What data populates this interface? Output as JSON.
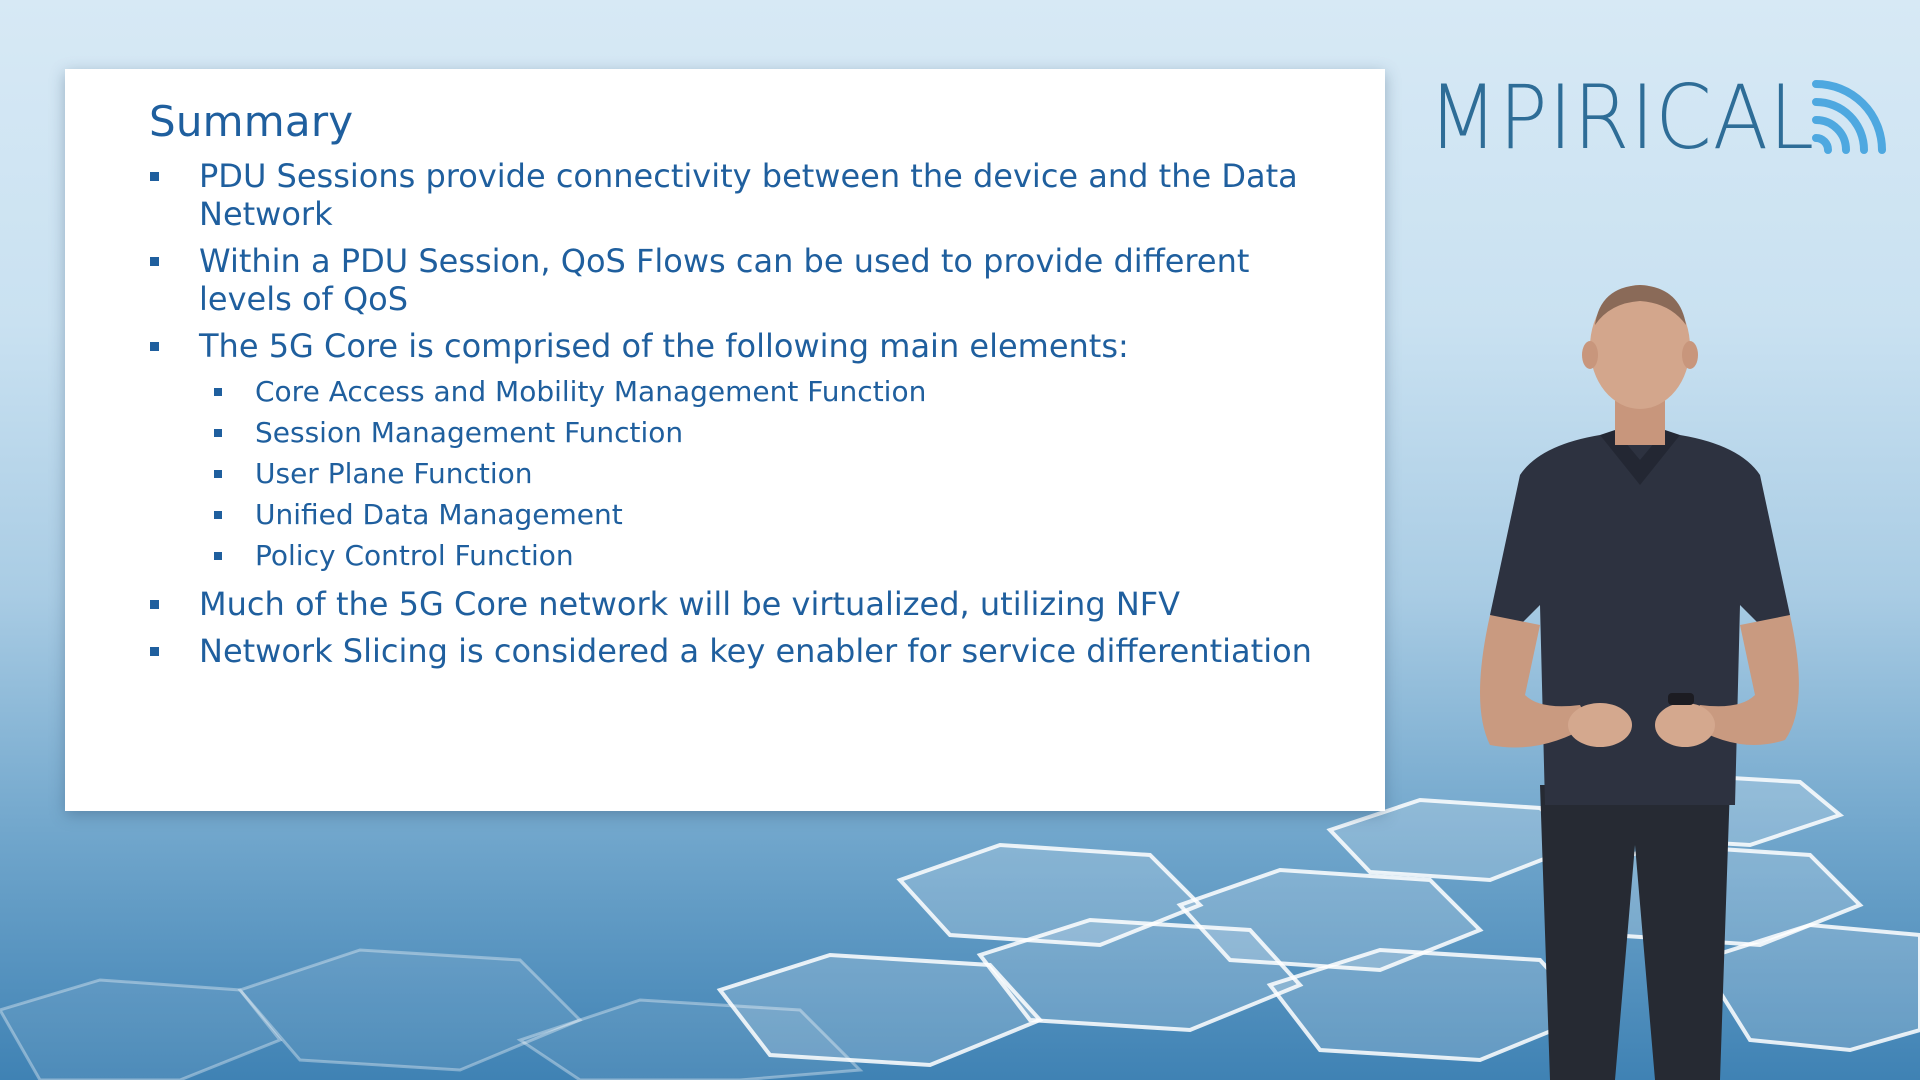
{
  "brand": {
    "logo_text": "MPIRICAL",
    "logo_color": "#2e6d97",
    "waves_color": "#4ea8e0"
  },
  "slide": {
    "title": "Summary",
    "text_color": "#1f5f9e",
    "bullets": [
      {
        "text": "PDU Sessions provide connectivity between the device and the Data Network"
      },
      {
        "text": "Within a PDU Session, QoS Flows can be used to provide different levels of QoS"
      },
      {
        "text": "The 5G Core is comprised of the following main elements:",
        "sub": [
          "Core Access and Mobility Management Function",
          "Session Management Function",
          "User Plane Function",
          "Unified Data Management",
          "Policy Control Function"
        ]
      },
      {
        "text": "Much of the 5G Core network will be virtualized, utilizing NFV"
      },
      {
        "text": "Network Slicing is considered a key enabler for service differentiation"
      }
    ]
  }
}
